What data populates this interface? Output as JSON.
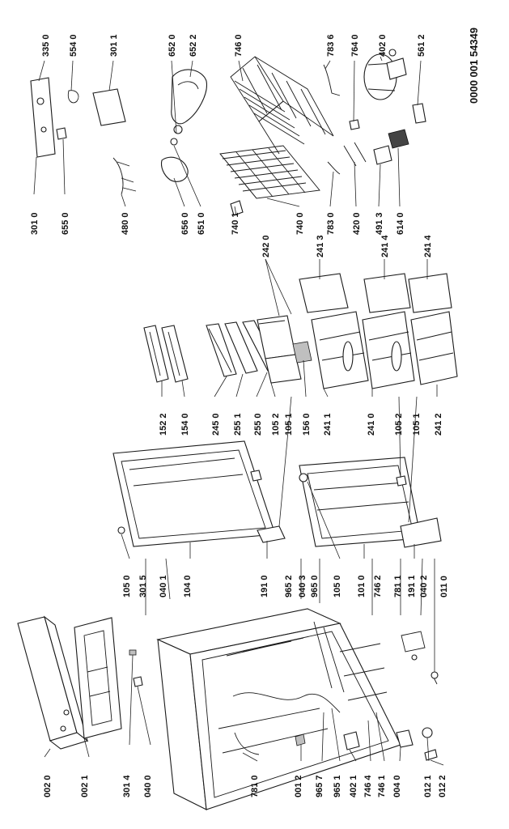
{
  "document_code": "0000 001 54349",
  "callouts": [
    {
      "id": "c-0020",
      "text": "002 0"
    },
    {
      "id": "c-0021",
      "text": "002 1"
    },
    {
      "id": "c-3014",
      "text": "301 4"
    },
    {
      "id": "c-0400",
      "text": "040 0"
    },
    {
      "id": "c-7810",
      "text": "781 0"
    },
    {
      "id": "c-0012",
      "text": "001 2"
    },
    {
      "id": "c-9657",
      "text": "965 7"
    },
    {
      "id": "c-9651",
      "text": "965 1"
    },
    {
      "id": "c-4021",
      "text": "402 1"
    },
    {
      "id": "c-7464",
      "text": "746 4"
    },
    {
      "id": "c-7461",
      "text": "746 1"
    },
    {
      "id": "c-0040",
      "text": "004 0"
    },
    {
      "id": "c-0121",
      "text": "012 1"
    },
    {
      "id": "c-0122",
      "text": "012 2"
    },
    {
      "id": "c-1050a",
      "text": "105 0"
    },
    {
      "id": "c-3015",
      "text": "301 5"
    },
    {
      "id": "c-0401",
      "text": "040 1"
    },
    {
      "id": "c-1040",
      "text": "104 0"
    },
    {
      "id": "c-1910",
      "text": "191 0"
    },
    {
      "id": "c-9652",
      "text": "965 2"
    },
    {
      "id": "c-0403",
      "text": "040 3"
    },
    {
      "id": "c-9650",
      "text": "965 0"
    },
    {
      "id": "c-1050b",
      "text": "105 0"
    },
    {
      "id": "c-1010",
      "text": "101 0"
    },
    {
      "id": "c-7462",
      "text": "746 2"
    },
    {
      "id": "c-7811",
      "text": "781 1"
    },
    {
      "id": "c-1911",
      "text": "191 1"
    },
    {
      "id": "c-0402",
      "text": "040 2"
    },
    {
      "id": "c-0110",
      "text": "011 0"
    },
    {
      "id": "c-1522",
      "text": "152 2"
    },
    {
      "id": "c-1540",
      "text": "154 0"
    },
    {
      "id": "c-2450",
      "text": "245 0"
    },
    {
      "id": "c-2551",
      "text": "255 1"
    },
    {
      "id": "c-2550",
      "text": "255 0"
    },
    {
      "id": "c-1052a",
      "text": "105 2"
    },
    {
      "id": "c-1051a",
      "text": "105 1"
    },
    {
      "id": "c-1560",
      "text": "156 0"
    },
    {
      "id": "c-2411",
      "text": "241 1"
    },
    {
      "id": "c-2410",
      "text": "241 0"
    },
    {
      "id": "c-1052b",
      "text": "105 2"
    },
    {
      "id": "c-1051b",
      "text": "105 1"
    },
    {
      "id": "c-2412",
      "text": "241 2"
    },
    {
      "id": "c-2420",
      "text": "242 0"
    },
    {
      "id": "c-3010",
      "text": "301 0"
    },
    {
      "id": "c-6550",
      "text": "655 0"
    },
    {
      "id": "c-3350",
      "text": "335 0"
    },
    {
      "id": "c-5540",
      "text": "554 0"
    },
    {
      "id": "c-3011",
      "text": "301 1"
    },
    {
      "id": "c-4800",
      "text": "480 0"
    },
    {
      "id": "c-6520",
      "text": "652 0"
    },
    {
      "id": "c-6522",
      "text": "652 2"
    },
    {
      "id": "c-6560",
      "text": "656 0"
    },
    {
      "id": "c-6510",
      "text": "651 0"
    },
    {
      "id": "c-7460",
      "text": "746 0"
    },
    {
      "id": "c-7411",
      "text": "740 1"
    },
    {
      "id": "c-7400",
      "text": "740 0"
    },
    {
      "id": "c-7836",
      "text": "783 6"
    },
    {
      "id": "c-7640",
      "text": "764 0"
    },
    {
      "id": "c-4020",
      "text": "402 0"
    },
    {
      "id": "c-5612",
      "text": "561 2"
    },
    {
      "id": "c-7830",
      "text": "783 0"
    },
    {
      "id": "c-4200",
      "text": "420 0"
    },
    {
      "id": "c-4913",
      "text": "491 3"
    },
    {
      "id": "c-6140",
      "text": "614 0"
    },
    {
      "id": "c-2413a",
      "text": "241 3"
    },
    {
      "id": "c-2414a",
      "text": "241 4"
    },
    {
      "id": "c-2414b",
      "text": "241 4"
    }
  ]
}
